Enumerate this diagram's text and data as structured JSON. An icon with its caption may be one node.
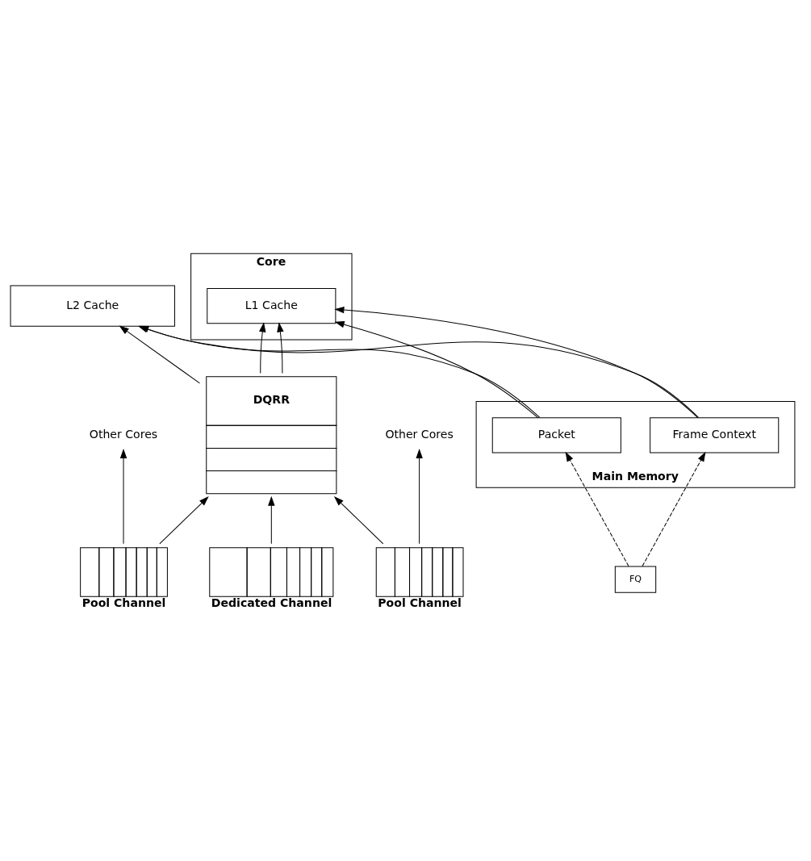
{
  "diagram": {
    "nodes": [
      {
        "text": [
          "Main Memory"
        ]
      },
      {
        "text": [
          "Frame Context"
        ],
        "in": 0
      },
      {
        "text": [
          "Packet"
        ],
        "in": 0
      },
      {
        "text": [
          "L2 Cache"
        ]
      },
      {
        "text": [
          "Core"
        ]
      },
      {
        "text": [
          "L1 Cache"
        ],
        "in": 4
      },
      {
        "text": [
          "DQRR"
        ]
      },
      {
        "text": [
          "Pool Channel"
        ]
      },
      {
        "text": [
          "Dedicated Channel"
        ]
      },
      {
        "text": [
          "FQ"
        ]
      },
      {
        "text": [
          "Pool Channel"
        ]
      },
      {
        "text": [
          "Other Cores"
        ]
      },
      {
        "text": [
          "Other Cores"
        ]
      }
    ],
    "edges": [
      {
        "from": 6,
        "to": 3,
        "arrow": "to"
      },
      {
        "from": 6,
        "to": 5,
        "arrow": "to"
      },
      {
        "from": 6,
        "to": 5,
        "arrow": "to"
      },
      {
        "from": 1,
        "to": 3,
        "arrow": "to"
      },
      {
        "from": 1,
        "to": 5,
        "arrow": "to"
      },
      {
        "from": 2,
        "to": 3,
        "arrow": "to"
      },
      {
        "from": 2,
        "to": 5,
        "arrow": "to"
      },
      {
        "from": 9,
        "to": 1,
        "arrow": "to",
        "style": "dashed"
      },
      {
        "from": 9,
        "to": 2,
        "arrow": "to",
        "style": "dashed"
      },
      {
        "from": 7,
        "to": 11,
        "arrow": "to"
      },
      {
        "from": 7,
        "to": 6,
        "arrow": "to"
      },
      {
        "from": 8,
        "to": 6,
        "arrow": "to"
      },
      {
        "from": 10,
        "to": 6,
        "arrow": "to"
      },
      {
        "from": 10,
        "to": 12,
        "arrow": "to"
      }
    ]
  }
}
